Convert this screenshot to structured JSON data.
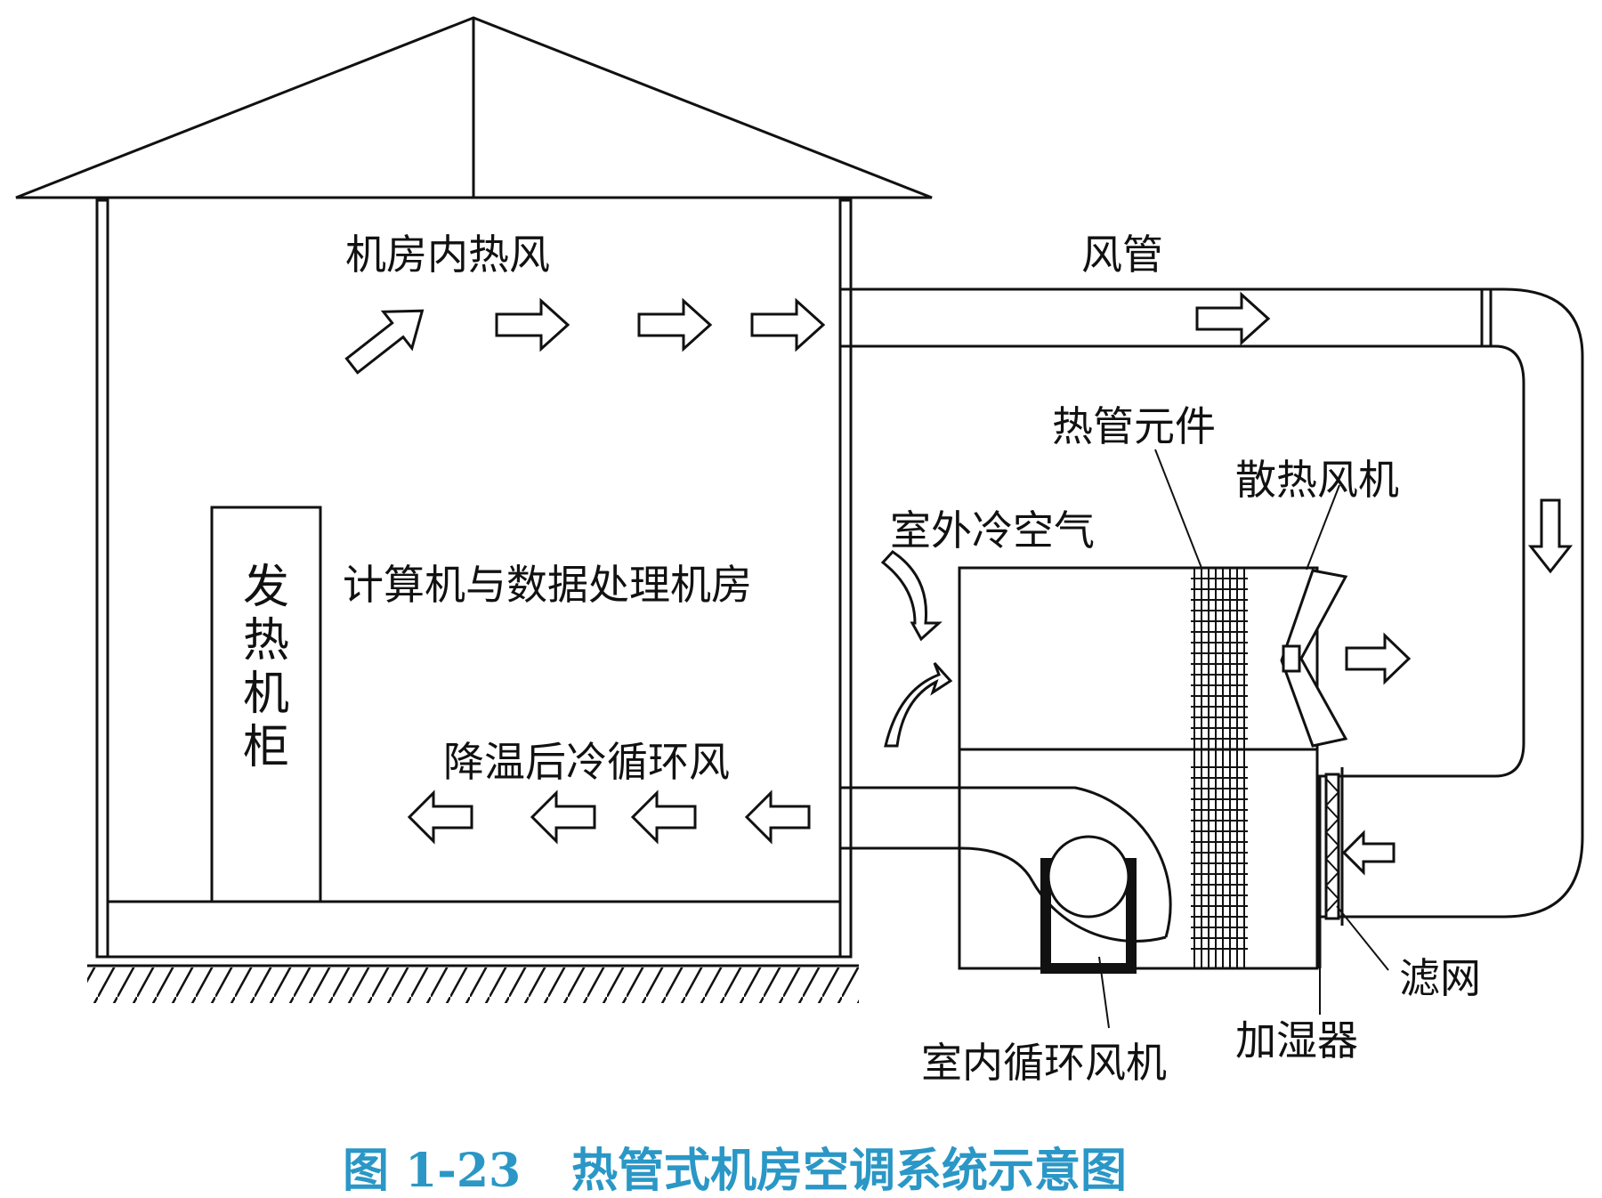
{
  "labels": {
    "hot_air": "机房内热风",
    "duct": "风管",
    "heat_pipe": "热管元件",
    "radiator_fan": "散热风机",
    "outdoor_air": "室外冷空气",
    "room": "计算机与数据处理机房",
    "cabinet": "发热机柜",
    "cool_air": "降温后冷循环风",
    "filter": "滤网",
    "indoor_fan": "室内循环风机",
    "humidifier": "加湿器"
  },
  "caption": {
    "number": "图 1-23",
    "title": "热管式机房空调系统示意图"
  }
}
